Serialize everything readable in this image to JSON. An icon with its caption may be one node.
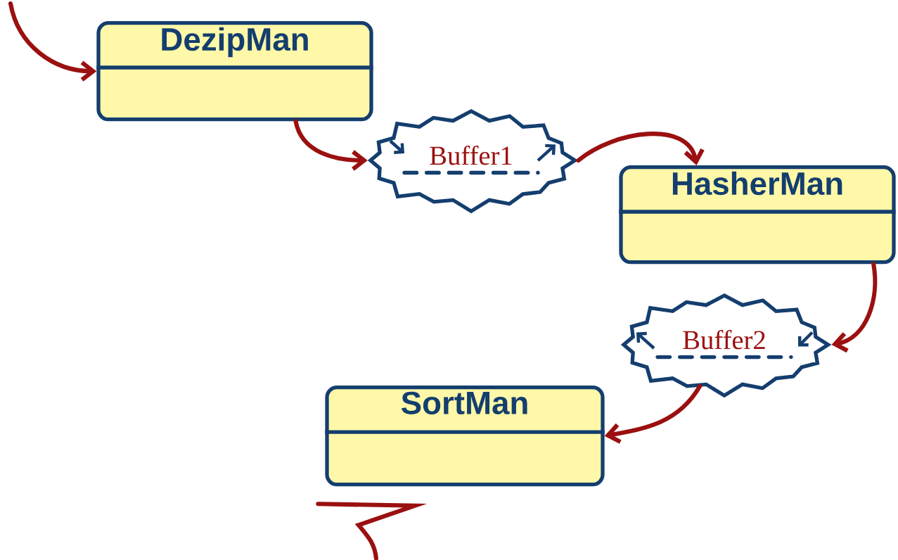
{
  "diagram": {
    "nodes": [
      {
        "text": [
          "DezipMan"
        ]
      },
      {
        "text": [
          "Buffer1"
        ]
      },
      {
        "text": [
          "HasherMan"
        ]
      },
      {
        "text": [
          "Buffer2"
        ]
      },
      {
        "text": [
          "SortMan"
        ]
      }
    ],
    "edges": [
      {
        "from": null,
        "to": 0,
        "arrow": "to"
      },
      {
        "from": 0,
        "to": 1,
        "arrow": "to"
      },
      {
        "from": 1,
        "to": 2,
        "arrow": "to"
      },
      {
        "from": 2,
        "to": 3,
        "arrow": "to"
      },
      {
        "from": 3,
        "to": 4,
        "arrow": "to"
      },
      {
        "from": 4,
        "to": null,
        "arrow": "none"
      }
    ]
  }
}
